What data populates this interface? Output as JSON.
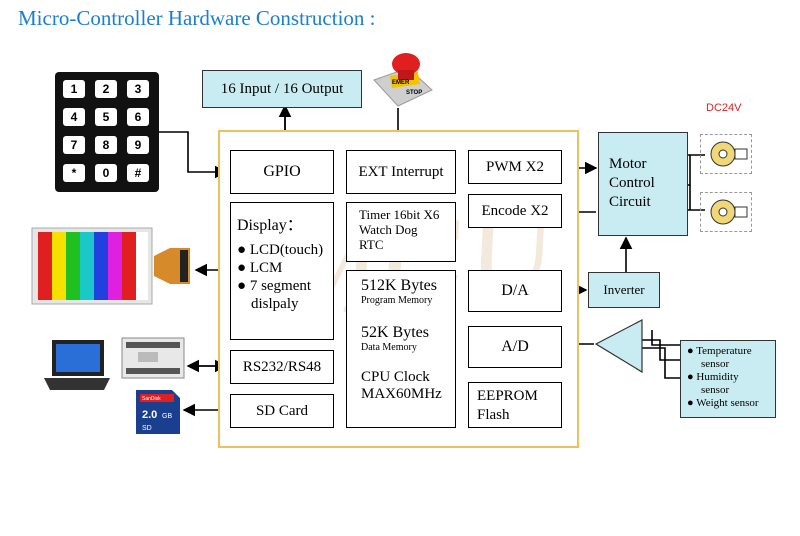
{
  "title": "Micro-Controller Hardware Construction :",
  "io_box": "16 Input / 16 Output",
  "gpio": "GPIO",
  "ext_interrupt": "EXT Interrupt",
  "pwm": "PWM X2",
  "encode": "Encode X2",
  "display": {
    "heading": "Display：",
    "items": [
      "LCD(touch)",
      "LCM",
      "7 segment",
      "dislpaly"
    ]
  },
  "timer": [
    "Timer 16bit X6",
    "Watch Dog",
    "RTC"
  ],
  "program_mem": {
    "size": "512K Bytes",
    "label": "Program Memory"
  },
  "data_mem": {
    "size": "52K Bytes",
    "label": "Data Memory"
  },
  "cpu": [
    "CPU Clock",
    "MAX60MHz"
  ],
  "da": "D/A",
  "ad": "A/D",
  "eeprom": [
    "EEPROM",
    "Flash"
  ],
  "rs232": "RS232/RS48",
  "sdcard": "SD Card",
  "motor": [
    "Motor",
    "Control",
    "Circuit"
  ],
  "inverter": "Inverter",
  "dc": "DC24V",
  "sensors": [
    "Temperature",
    "sensor",
    "Humidity",
    "sensor",
    "Weight sensor"
  ],
  "keypad": [
    "1",
    "2",
    "3",
    "4",
    "5",
    "6",
    "7",
    "8",
    "9",
    "*",
    "0",
    "#"
  ],
  "estop": [
    "EMER",
    "STOP"
  ],
  "sd_label": [
    "SanDisk",
    "2.0",
    "GB",
    "SD"
  ],
  "watermark": "MCU",
  "colors": {
    "mcu_border": "#f0c060",
    "blue_box": "#c9ecf3",
    "title": "#1a7fd0"
  },
  "icons": [
    "keypad-icon",
    "emergency-stop-icon",
    "lcd-screen-icon",
    "laptop-icon",
    "plc-icon",
    "sd-card-icon",
    "motor-icon",
    "amplifier-icon"
  ]
}
